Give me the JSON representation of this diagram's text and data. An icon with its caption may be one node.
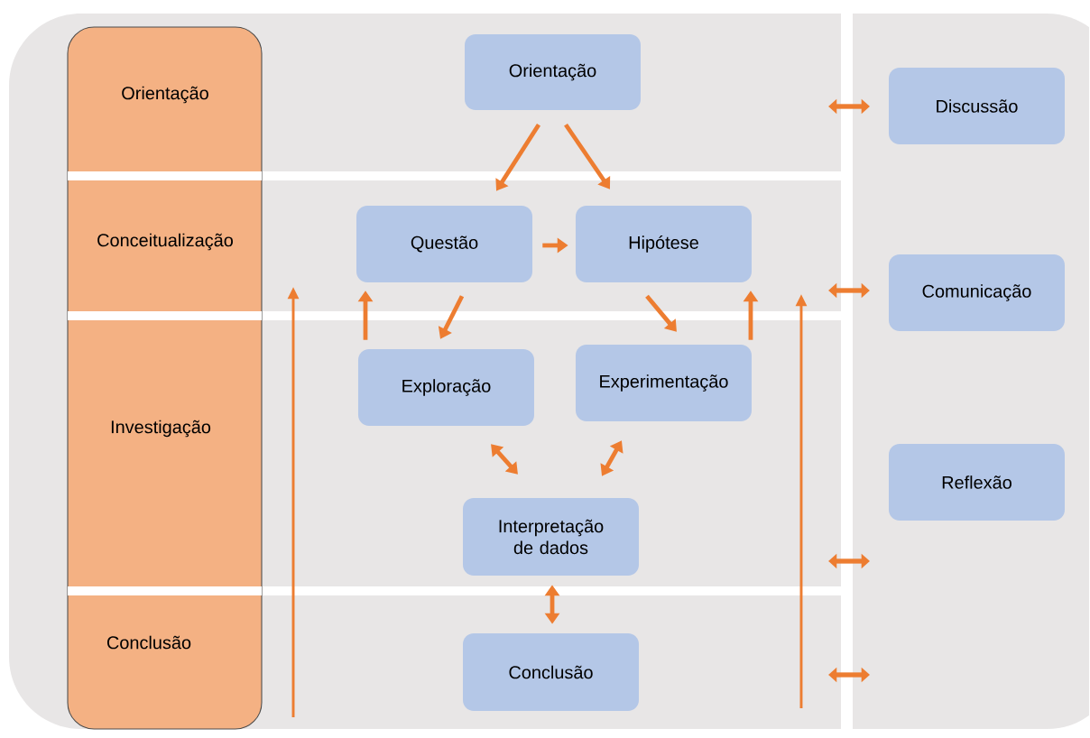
{
  "diagram": {
    "nodes": [
      {
        "text": [
          "Orientação",
          "Conceitualização",
          "Investigação",
          "Conclusão"
        ]
      },
      {
        "text": [
          "Orientação"
        ]
      },
      {
        "text": [
          "Questão"
        ]
      },
      {
        "text": [
          "Hipótese"
        ]
      },
      {
        "text": [
          "Exploração"
        ]
      },
      {
        "text": [
          "Experimentação"
        ]
      },
      {
        "text": [
          "Interpretação de dados"
        ]
      },
      {
        "text": [
          "Conclusão"
        ]
      },
      {
        "text": [
          "Discussão"
        ]
      },
      {
        "text": [
          "Comunicação"
        ]
      },
      {
        "text": [
          "Reflexão"
        ]
      }
    ],
    "edges": [
      {
        "from": 1,
        "to": 2,
        "arrow": "to"
      },
      {
        "from": 1,
        "to": 3,
        "arrow": "to"
      },
      {
        "from": 2,
        "to": 3,
        "arrow": "to"
      },
      {
        "from": 2,
        "to": 4,
        "arrow": "to"
      },
      {
        "from": 3,
        "to": 5,
        "arrow": "to"
      },
      {
        "from": 4,
        "to": 2,
        "arrow": "to"
      },
      {
        "from": 5,
        "to": 3,
        "arrow": "to"
      },
      {
        "from": 4,
        "to": 6,
        "arrow": "both"
      },
      {
        "from": 5,
        "to": 6,
        "arrow": "both"
      },
      {
        "from": 6,
        "to": 7,
        "arrow": "both"
      }
    ]
  }
}
